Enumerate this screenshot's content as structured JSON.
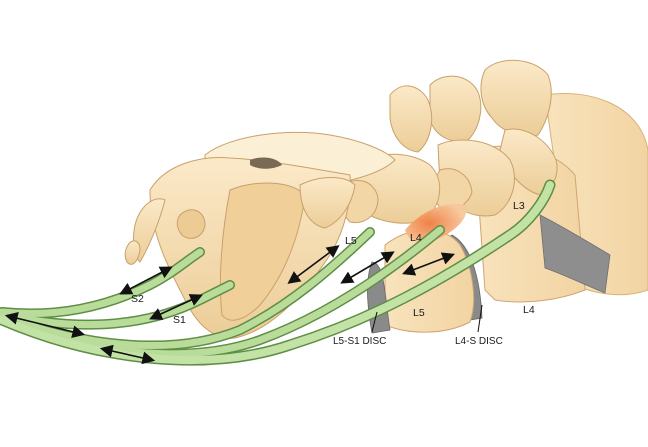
{
  "labels": {
    "s2": "S2",
    "s1": "S1",
    "l5_nerve": "L5",
    "l4_nerve": "L4",
    "l3_nerve": "L3",
    "l5_vertebra": "L5",
    "l4_vertebra": "L4",
    "l5_s1_disc": "L5-S1 DISC",
    "l4_s_disc": "L4-S DISC"
  },
  "colors": {
    "bone": "#f5dcb0",
    "bone_shade": "#e7c48f",
    "bone_outline": "#c9a06a",
    "nerve": "#b9dc9a",
    "nerve_outline": "#5f8e45",
    "disc": "#8a8a8a",
    "inflammation": "#f2a36b"
  },
  "icons": {
    "arrow": "double-headed-arrow-icon"
  }
}
